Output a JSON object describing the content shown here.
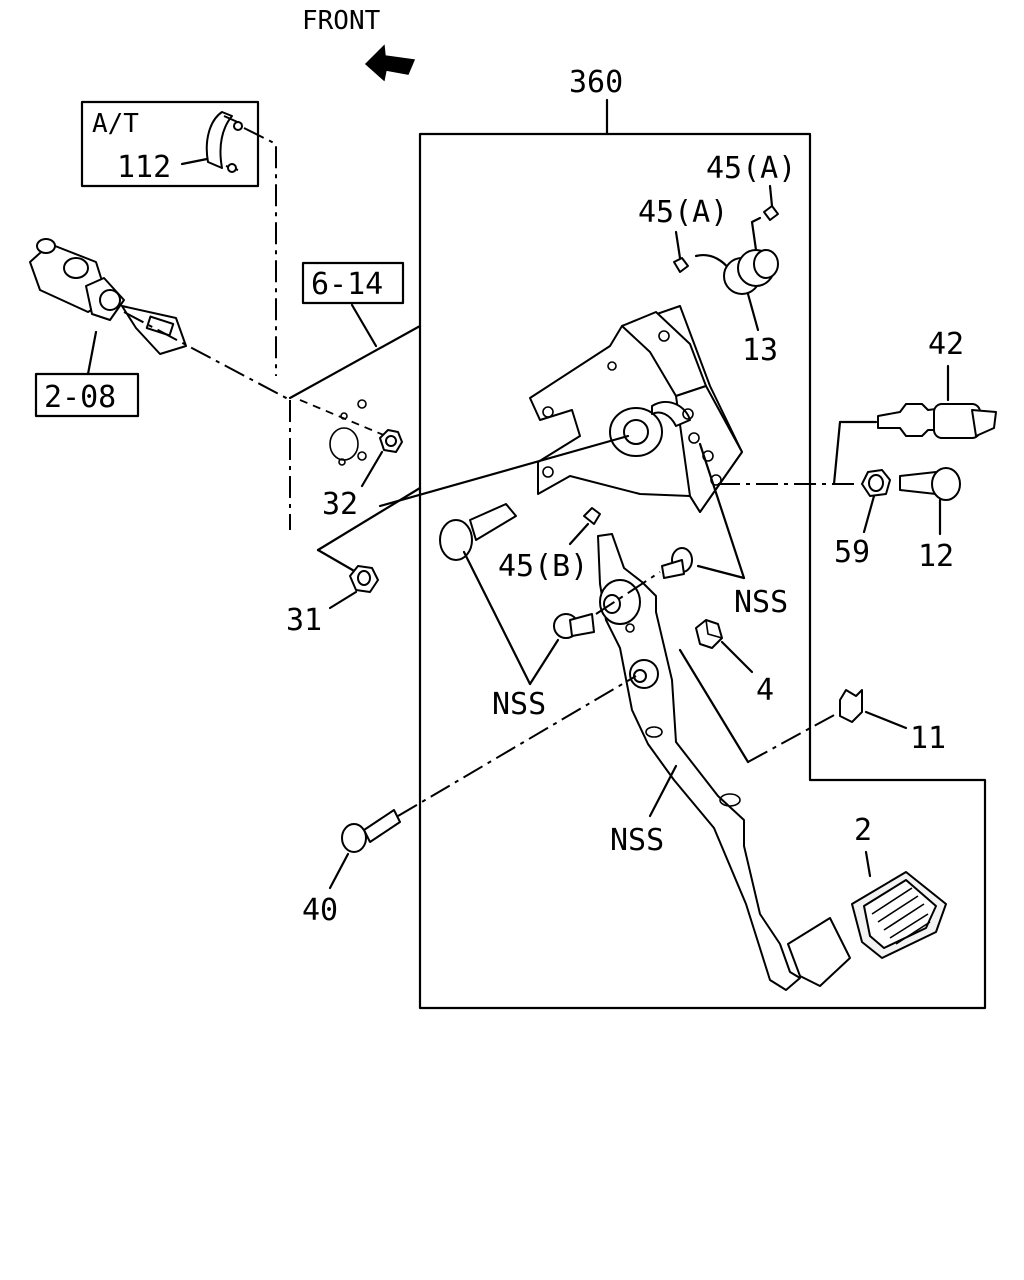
{
  "front_label": "FRONT",
  "assembly_label": "360",
  "inset": {
    "variant": "A/T",
    "part": "112"
  },
  "refs": {
    "ref_a": "6-14",
    "ref_b": "2-08"
  },
  "parts": {
    "p45a_1": "45(A)",
    "p45a_2": "45(A)",
    "p13": "13",
    "p42": "42",
    "p32": "32",
    "p31": "31",
    "p45b": "45(B)",
    "p59": "59",
    "p12": "12",
    "nss_1": "NSS",
    "nss_2": "NSS",
    "nss_3": "NSS",
    "p4": "4",
    "p11": "11",
    "p40": "40",
    "p2": "2"
  }
}
